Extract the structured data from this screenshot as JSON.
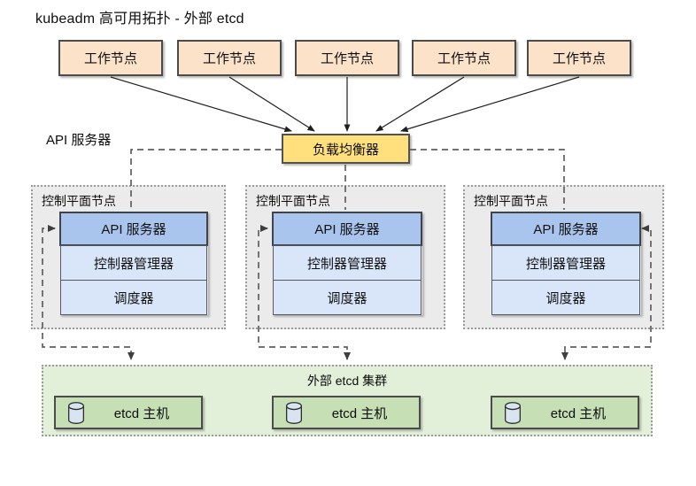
{
  "title": "kubeadm 高可用拓扑 - 外部 etcd",
  "labels": {
    "api_server_row": "API 服务器"
  },
  "workers": {
    "labels": [
      "工作节点",
      "工作节点",
      "工作节点",
      "工作节点",
      "工作节点"
    ]
  },
  "load_balancer": {
    "label": "负载均衡器"
  },
  "control_planes": [
    {
      "label": "控制平面节点",
      "api_server": "API 服务器",
      "controller_manager": "控制器管理器",
      "scheduler": "调度器"
    },
    {
      "label": "控制平面节点",
      "api_server": "API 服务器",
      "controller_manager": "控制器管理器",
      "scheduler": "调度器"
    },
    {
      "label": "控制平面节点",
      "api_server": "API 服务器",
      "controller_manager": "控制器管理器",
      "scheduler": "调度器"
    }
  ],
  "etcd_cluster": {
    "label": "外部 etcd 集群",
    "hosts": [
      "etcd 主机",
      "etcd 主机",
      "etcd 主机"
    ]
  },
  "icons": {
    "etcd_host_icon": "database-cylinder"
  },
  "colors": {
    "worker_fill": "#fbe2c9",
    "load_balancer_fill": "#ffe07d",
    "control_plane_fill": "#ebebeb",
    "api_server_fill": "#a9c5ee",
    "component_fill": "#d9e6fa",
    "etcd_cluster_fill": "#e2efd9",
    "etcd_host_fill": "#c7dfb5",
    "cylinder_fill": "#d9e4f1",
    "connector_dashed": "#5f5f5f",
    "connector_solid": "#1f1f1f"
  }
}
